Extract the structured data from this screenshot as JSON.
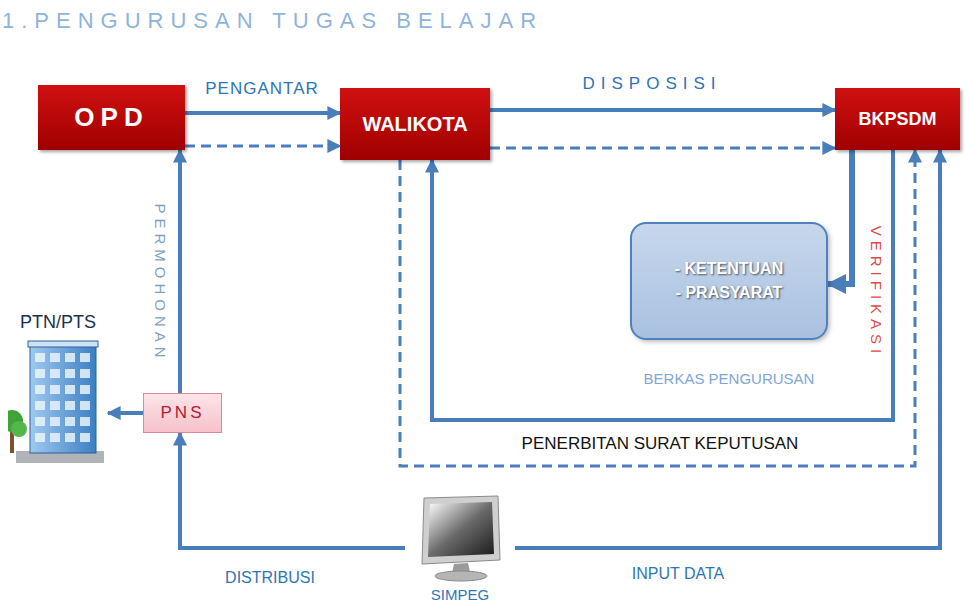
{
  "diagram": {
    "title": "1.PENGURUSAN TUGAS BELAJAR",
    "nodes": [
      {
        "text": [
          "OPD"
        ]
      },
      {
        "text": [
          "WALIKOTA"
        ]
      },
      {
        "text": [
          "BKPSDM"
        ]
      },
      {
        "text": [
          "- KETENTUAN",
          "- PRASYARAT",
          "BERKAS PENGURUSAN"
        ]
      },
      {
        "text": [
          "PTN/PTS"
        ]
      },
      {
        "text": [
          "PNS"
        ]
      },
      {
        "text": [
          "SIMPEG"
        ]
      }
    ],
    "edges": [
      {
        "from": 0,
        "to": 1,
        "label": "PENGANTAR",
        "arrow": "to"
      },
      {
        "from": 0,
        "to": 1,
        "arrow": "to"
      },
      {
        "from": 1,
        "to": 2,
        "label": "DISPOSISI",
        "arrow": "to"
      },
      {
        "from": 1,
        "to": 2,
        "arrow": "to"
      },
      {
        "from": 5,
        "to": 0,
        "label": "PERMOHONAN",
        "arrow": "to"
      },
      {
        "from": 5,
        "to": 4,
        "arrow": "to"
      },
      {
        "from": 2,
        "to": 1,
        "label": "PENERBITAN SURAT KEPUTUSAN",
        "arrow": "to"
      },
      {
        "from": 1,
        "to": 2,
        "arrow": "to"
      },
      {
        "from": 2,
        "to": 3,
        "label": "VERIFIKASI",
        "arrow": "to"
      },
      {
        "from": 6,
        "to": 2,
        "label": "INPUT DATA",
        "arrow": "to"
      },
      {
        "from": 6,
        "to": 5,
        "label": "DISTRIBUSI",
        "arrow": "to"
      }
    ]
  }
}
